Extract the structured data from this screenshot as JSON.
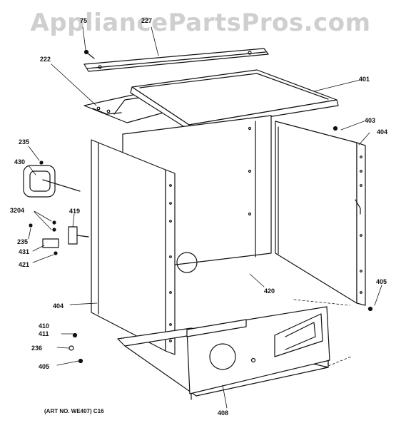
{
  "watermark": "AppliancePartsPros.com",
  "callouts": {
    "c75": "75",
    "c227": "227",
    "c222": "222",
    "c401": "401",
    "c403": "403",
    "c404_right": "404",
    "c235_top": "235",
    "c430": "430",
    "c3204": "3204",
    "c419": "419",
    "c235_mid": "235",
    "c431": "431",
    "c421": "421",
    "c404_left": "404",
    "c420": "420",
    "c405_right": "405",
    "c410": "410",
    "c411": "411",
    "c236": "236",
    "c405_left": "405",
    "c408": "408"
  },
  "art_number": "(ART NO. WE407) C16"
}
